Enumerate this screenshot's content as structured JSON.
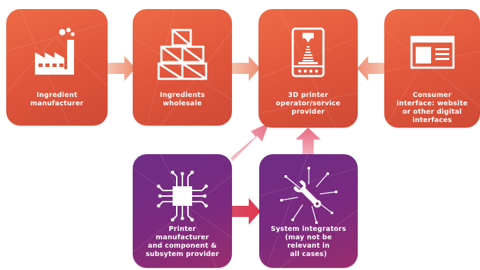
{
  "colors": {
    "orange": "#e45a3d",
    "purple": "#77297f",
    "arrow": "#f2a58d",
    "arrow_pink": "#e4557a"
  },
  "nodes": {
    "ingredient_manufacturer": {
      "label": "Ingredient\nmanufacturer",
      "icon": "factory-icon"
    },
    "ingredients_wholesale": {
      "label": "Ingredients\nwholesale",
      "icon": "crates-icon"
    },
    "printer_operator": {
      "label": "3D printer\noperator/service\nprovider",
      "icon": "3d-printer-icon"
    },
    "consumer_interface": {
      "label": "Consumer\ninterface: website\nor other digital\ninterfaces",
      "icon": "browser-window-icon"
    },
    "printer_manufacturer": {
      "label": "Printer\nmanufacturer\nand component &\nsubsytem provider",
      "icon": "microchip-icon"
    },
    "system_integrators": {
      "label": "System integrators\n(may not be\nrelevant in\nall cases)",
      "icon": "wrench-icon"
    }
  }
}
